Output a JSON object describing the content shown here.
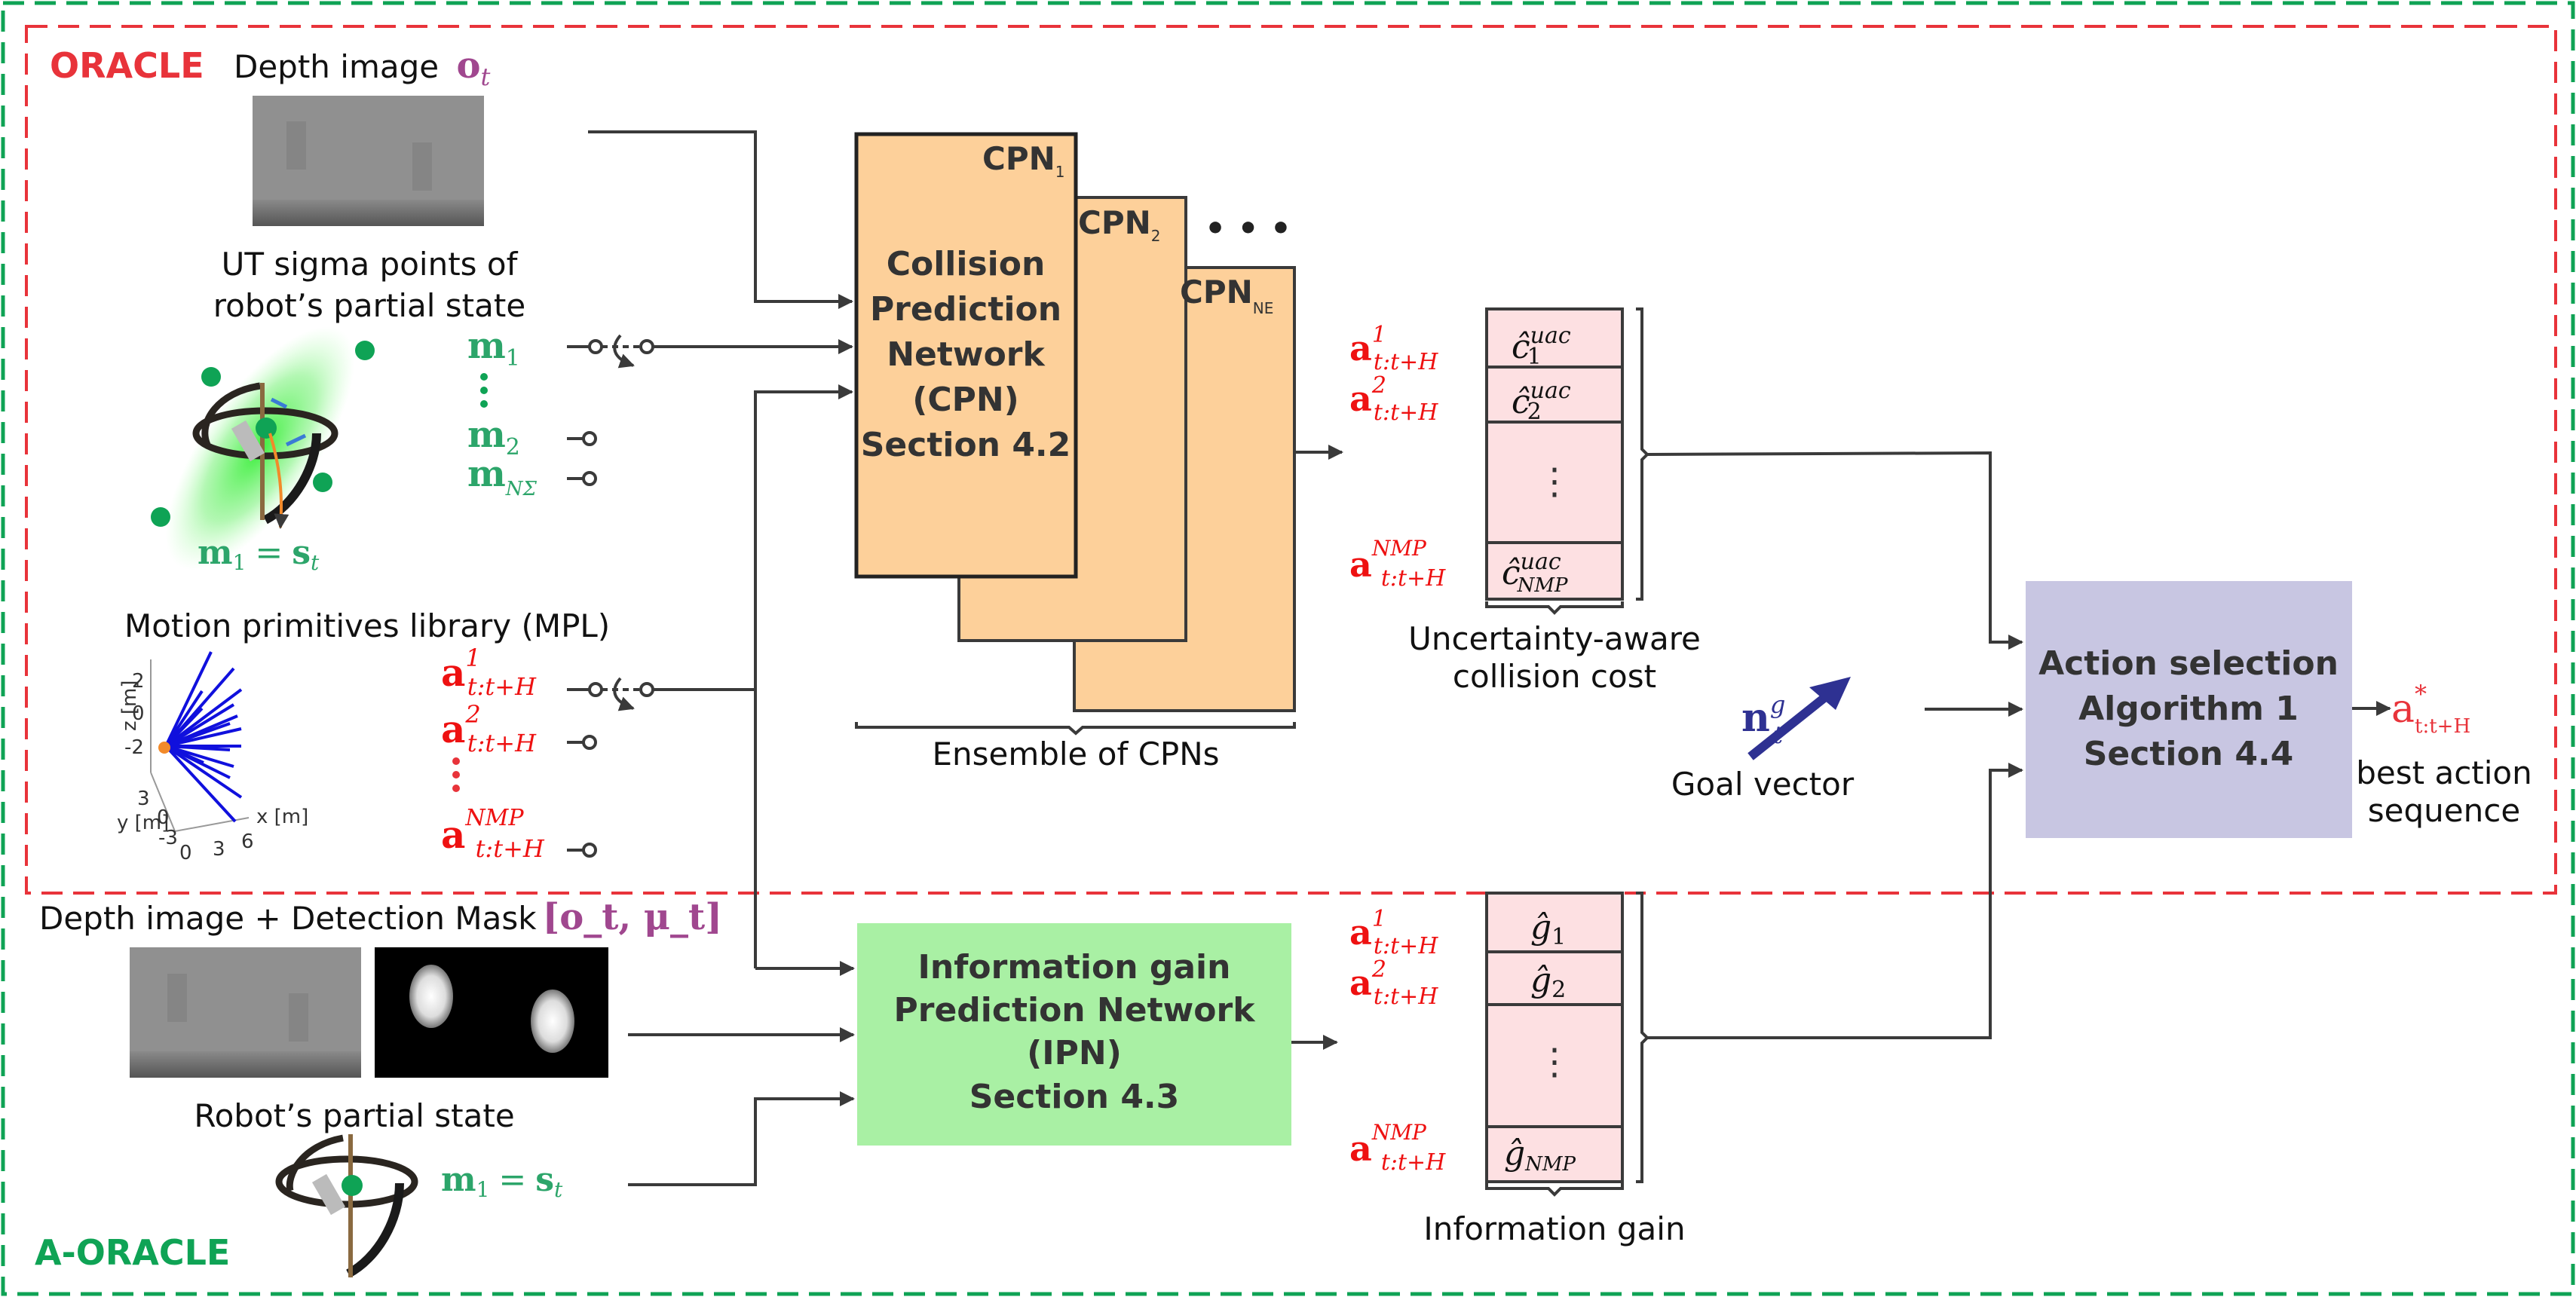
{
  "frames": {
    "oracle_label": "ORACLE",
    "a_oracle_label": "A-ORACLE",
    "colors": {
      "oracle": "#e8333a",
      "a_oracle": "#0fa355"
    }
  },
  "inputs": {
    "depth_image_label": "Depth image",
    "depth_image_symbol": "o",
    "depth_image_subscript": "t",
    "sigma_points_label_line1": "UT sigma points of",
    "sigma_points_label_line2": "robot’s partial state",
    "sigma_points": [
      {
        "base": "m",
        "sub": "1"
      },
      {
        "base": "m",
        "sub": "2"
      },
      {
        "base": "m",
        "sub": "NΣ"
      }
    ],
    "state_equation": {
      "lhs": "m",
      "lhs_sub": "1",
      "eq": "=",
      "rhs": "s",
      "rhs_sub": "t"
    },
    "mpl_label": "Motion primitives library (MPL)",
    "mpl_plot": {
      "z_label": "z [m]",
      "y_label": "y [m]",
      "x_label": "x [m]",
      "z_ticks": [
        "2",
        "0",
        "-2"
      ],
      "y_ticks": [
        "3",
        "0",
        "-3"
      ],
      "x_ticks": [
        "0",
        "3",
        "6"
      ]
    },
    "actions": [
      {
        "base": "a",
        "sup": "1",
        "sub": "t:t+H"
      },
      {
        "base": "a",
        "sup": "2",
        "sub": "t:t+H"
      },
      {
        "base": "a",
        "sup": "NMP",
        "sub": "t:t+H"
      }
    ],
    "a_oracle_input_label": "Depth image + Detection Mask",
    "a_oracle_input_symbol": "[o_t, μ_t]",
    "robot_state_label": "Robot’s partial state"
  },
  "cpn": {
    "stack": [
      "CPN",
      "CPN",
      "CPN"
    ],
    "stack_subs": [
      "1",
      "2",
      "NE"
    ],
    "title_lines": [
      "Collision",
      "Prediction",
      "Network",
      "(CPN)",
      "Section 4.2"
    ],
    "ensemble_label": "Ensemble of CPNs",
    "ellipsis": "• • •",
    "color": "#fdd09a"
  },
  "collision_cost": {
    "cells": [
      {
        "symbol": "ĉ",
        "sup": "uac",
        "sub": "1"
      },
      {
        "symbol": "ĉ",
        "sup": "uac",
        "sub": "2"
      },
      {
        "symbol": "⋮",
        "sup": "",
        "sub": ""
      },
      {
        "symbol": "ĉ",
        "sup": "uac",
        "sub": "NMP"
      }
    ],
    "label_line1": "Uncertainty-aware",
    "label_line2": "collision cost",
    "color": "#fde0e2"
  },
  "goal": {
    "symbol": "n",
    "sup": "g",
    "sub": "t",
    "label": "Goal vector"
  },
  "action_selection": {
    "lines": [
      "Action selection",
      "Algorithm 1",
      "Section 4.4"
    ],
    "color": "#c8c6e2",
    "output_symbol": "a",
    "output_sup": "*",
    "output_sub": "t:t+H",
    "output_label_line1": "best action",
    "output_label_line2": "sequence"
  },
  "ipn": {
    "lines": [
      "Information gain",
      "Prediction Network",
      "(IPN)",
      "Section 4.3"
    ],
    "color": "#a9f0a4"
  },
  "information_gain": {
    "cells": [
      {
        "symbol": "ĝ",
        "sub": "1"
      },
      {
        "symbol": "ĝ",
        "sub": "2"
      },
      {
        "symbol": "⋮",
        "sub": ""
      },
      {
        "symbol": "ĝ",
        "sub": "NMP"
      }
    ],
    "label": "Information gain"
  }
}
